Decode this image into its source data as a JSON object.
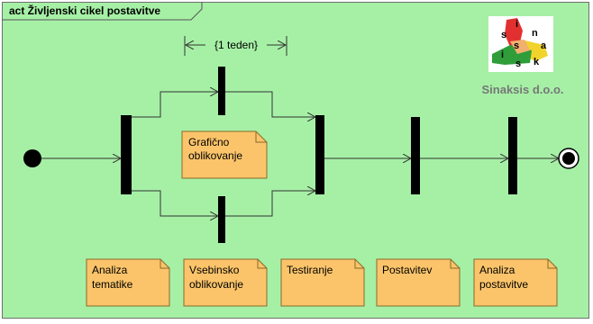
{
  "frame": {
    "title": "act Življenski cikel postavitve"
  },
  "timing_label": "{1 teden}",
  "parallel_action": {
    "line1": "Grafično",
    "line2": "oblikovanje"
  },
  "notes": [
    {
      "line1": "Analiza",
      "line2": "tematike"
    },
    {
      "line1": "Vsebinsko",
      "line2": "oblikovanje"
    },
    {
      "line1": "Testiranje",
      "line2": ""
    },
    {
      "line1": "Postavitev",
      "line2": ""
    },
    {
      "line1": "Analiza",
      "line2": "postavitve"
    }
  ],
  "logo": {
    "caption": "Sinaksis d.o.o.",
    "letters": [
      "s",
      "i",
      "n",
      "a",
      "k",
      "s",
      "i",
      "s"
    ],
    "colors": {
      "red": "#e23030",
      "yellow": "#f2d32c",
      "green": "#2f9e3a",
      "hand": "#f0b070"
    }
  },
  "colors": {
    "background": "#a6f0a6",
    "note_fill": "#fbc46a",
    "note_border": "#8a6a2a",
    "bar": "#000000",
    "edge": "#333333"
  }
}
